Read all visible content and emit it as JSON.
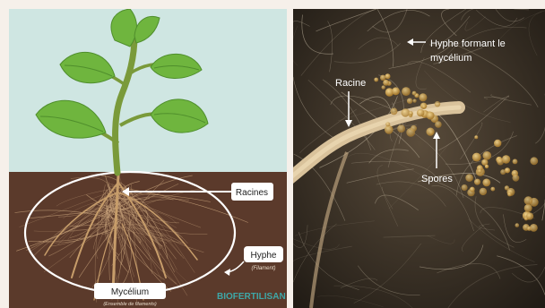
{
  "left_panel": {
    "labels": {
      "racines": "Racines",
      "hyphe": "Hyphe",
      "hyphe_sub": "(Filament)",
      "mycelium": "Mycélium",
      "mycelium_sub": "(Ensemble de filaments)"
    },
    "logo_text": "BIOFERTILISAN",
    "colors": {
      "sky": "#cfe6e2",
      "soil": "#5b3a2b",
      "leaf": "#6fb53e",
      "stem": "#7a9a3a",
      "root": "#c79d6a",
      "logo": "#3ea7a7"
    }
  },
  "right_panel": {
    "labels": {
      "hyphe_mycelium": "Hyphe formant le mycélium",
      "racine": "Racine",
      "spores": "Spores"
    },
    "colors": {
      "background": "#2a241c",
      "spore": "#c9a052",
      "root": "#d9c29b"
    }
  }
}
